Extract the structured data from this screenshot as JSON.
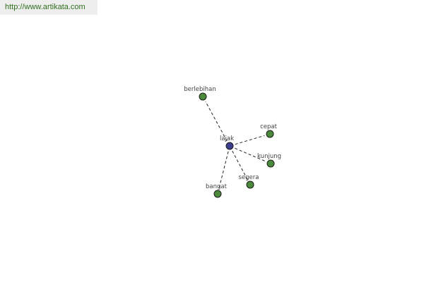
{
  "header": {
    "url": "http://www.artikata.com"
  },
  "colors": {
    "url_text": "#2f6f1f",
    "url_bar_bg": "#eeeeee",
    "center_node": "#3d3d8f",
    "leaf_node": "#4a8a3a",
    "node_stroke": "#1a1a1a",
    "edge": "#222222",
    "label": "#444444"
  },
  "graph": {
    "center": {
      "id": "lajak",
      "label": "lajak"
    },
    "leaves": [
      {
        "id": "berlebihan",
        "label": "berlebihan"
      },
      {
        "id": "cepat",
        "label": "cepat"
      },
      {
        "id": "kunjung",
        "label": "kunjung"
      },
      {
        "id": "segera",
        "label": "segera"
      },
      {
        "id": "bangat",
        "label": "bangat"
      }
    ]
  }
}
